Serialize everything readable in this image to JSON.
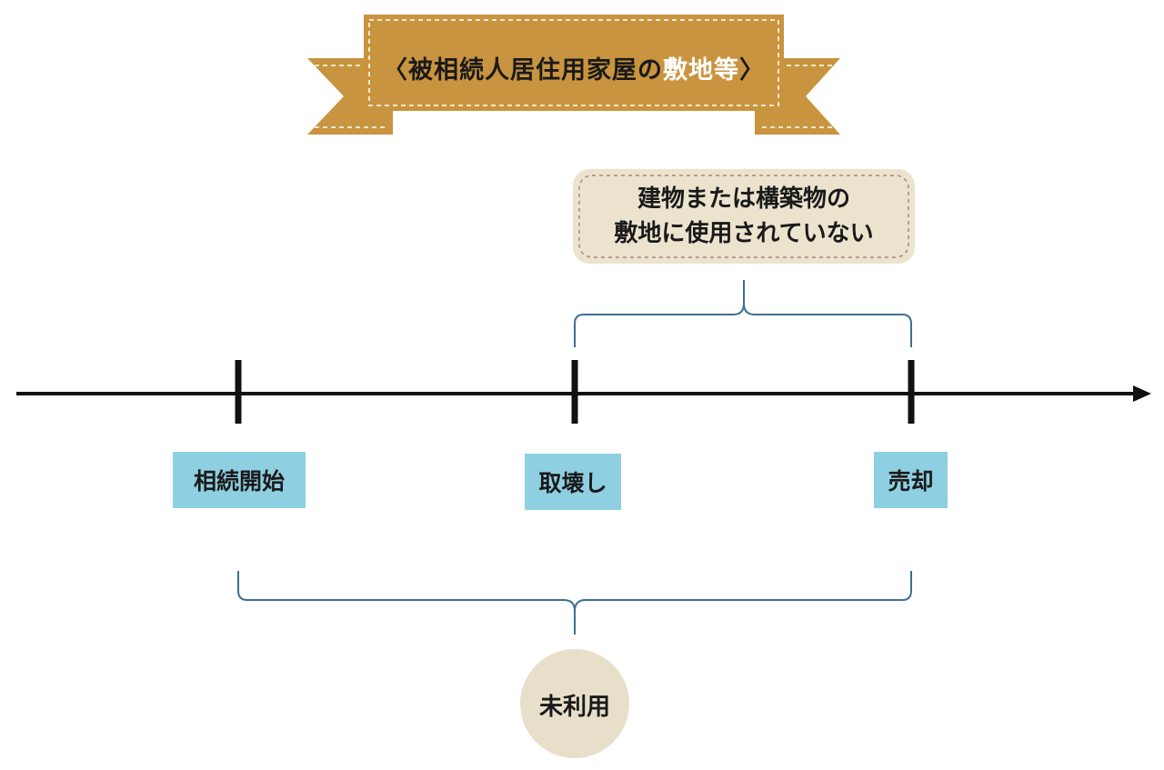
{
  "title": {
    "prefix": "〈被相続人居住用家屋の",
    "accent": "敷地等",
    "suffix": "〉"
  },
  "callout": {
    "line1": "建物または構築物の",
    "line2": "敷地に使用されていない"
  },
  "timeline": {
    "events": [
      {
        "label": "相続開始"
      },
      {
        "label": "取壊し"
      },
      {
        "label": "売却"
      }
    ]
  },
  "period_label": "未利用",
  "colors": {
    "ribbon": "#c9943f",
    "ribbon_dark": "#a9772c",
    "label_bg": "#8ecfe1",
    "bracket": "#3d6f94",
    "callout_bg": "#ece3cf",
    "circle_bg": "#e8dfcb"
  }
}
